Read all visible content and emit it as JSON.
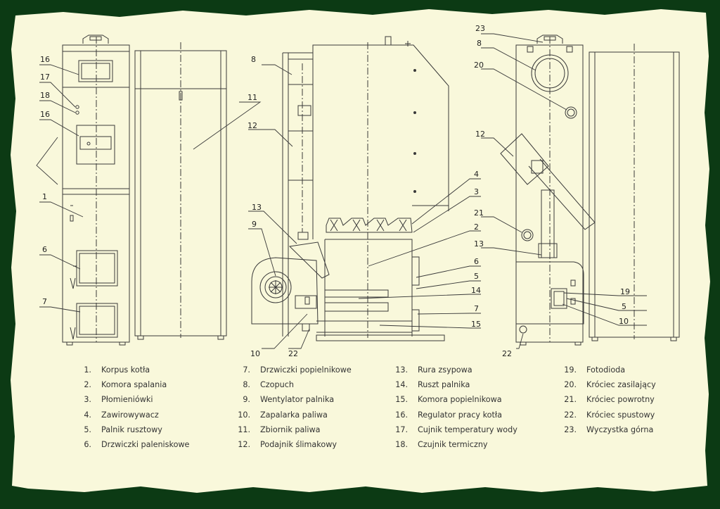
{
  "colors": {
    "frame": "#0c3a14",
    "paper": "#f9f8db",
    "line": "#3a3a3a"
  },
  "callouts": {
    "c1": "1",
    "c2": "2",
    "c3": "3",
    "c4": "4",
    "c5": "5",
    "c6": "6",
    "c7": "7",
    "c8": "8",
    "c9": "9",
    "c10": "10",
    "c11": "11",
    "c12": "12",
    "c13": "13",
    "c14": "14",
    "c15": "15",
    "c16": "16",
    "c17": "17",
    "c18": "18",
    "c19": "19",
    "c20": "20",
    "c21": "21",
    "c22": "22",
    "c23": "23"
  },
  "legend": [
    [
      {
        "num": "1.",
        "text": "Korpus kotła"
      },
      {
        "num": "2.",
        "text": "Komora spalania"
      },
      {
        "num": "3.",
        "text": "Płomieniówki"
      },
      {
        "num": "4.",
        "text": "Zawirowywacz"
      },
      {
        "num": "5.",
        "text": "Palnik rusztowy"
      },
      {
        "num": "6.",
        "text": "Drzwiczki paleniskowe"
      }
    ],
    [
      {
        "num": "7.",
        "text": "Drzwiczki popielnikowe"
      },
      {
        "num": "8.",
        "text": "Czopuch"
      },
      {
        "num": "9.",
        "text": "Wentylator palnika"
      },
      {
        "num": "10.",
        "text": "Zapalarka paliwa"
      },
      {
        "num": "11.",
        "text": "Zbiornik paliwa"
      },
      {
        "num": "12.",
        "text": "Podajnik ślimakowy"
      }
    ],
    [
      {
        "num": "13.",
        "text": "Rura zsypowa"
      },
      {
        "num": "14.",
        "text": "Ruszt palnika"
      },
      {
        "num": "15.",
        "text": "Komora popielnikowa"
      },
      {
        "num": "16.",
        "text": "Regulator pracy kotła"
      },
      {
        "num": "17.",
        "text": "Cujnik temperatury wody"
      },
      {
        "num": "18.",
        "text": "Czujnik termiczny"
      }
    ],
    [
      {
        "num": "19.",
        "text": "Fotodioda"
      },
      {
        "num": "20.",
        "text": "Króciec zasilający"
      },
      {
        "num": "21.",
        "text": "Króciec powrotny"
      },
      {
        "num": "22.",
        "text": "Króciec spustowy"
      },
      {
        "num": "23.",
        "text": "Wyczystka górna"
      }
    ]
  ]
}
